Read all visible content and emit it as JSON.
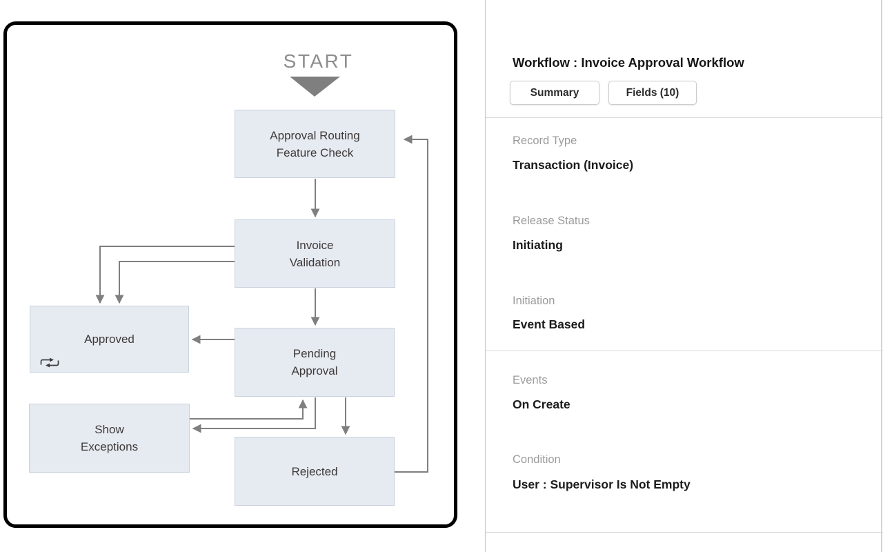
{
  "colors": {
    "node_fill": "#e6eaf1",
    "node_border": "#c9d2dd",
    "arrow_gray": "#7f7f7f",
    "frame_black": "#000000",
    "start_text_gray": "#8d8d8d",
    "divider_gray": "#d9d9d9",
    "label_gray": "#9b9b9b",
    "value_dark": "#1b1b1b"
  },
  "diagram": {
    "start_label": "START",
    "nodes": {
      "approval_routing": {
        "label": "Approval Routing\nFeature Check"
      },
      "invoice_validation": {
        "label": "Invoice\nValidation"
      },
      "approved": {
        "label": "Approved",
        "icon": "loop-icon"
      },
      "pending_approval": {
        "label": "Pending\nApproval"
      },
      "show_exceptions": {
        "label": "Show\nExceptions"
      },
      "rejected": {
        "label": "Rejected"
      }
    }
  },
  "panel": {
    "title": "Workflow : Invoice Approval Workflow",
    "tabs": {
      "summary": "Summary",
      "fields": "Fields (10)"
    },
    "fields": {
      "record_type": {
        "label": "Record Type",
        "value": "Transaction (Invoice)"
      },
      "release_status": {
        "label": "Release Status",
        "value": "Initiating"
      },
      "initiation": {
        "label": "Initiation",
        "value": "Event Based"
      },
      "events": {
        "label": "Events",
        "value": "On Create"
      },
      "condition": {
        "label": "Condition",
        "value": "User : Supervisor Is Not Empty"
      }
    }
  }
}
